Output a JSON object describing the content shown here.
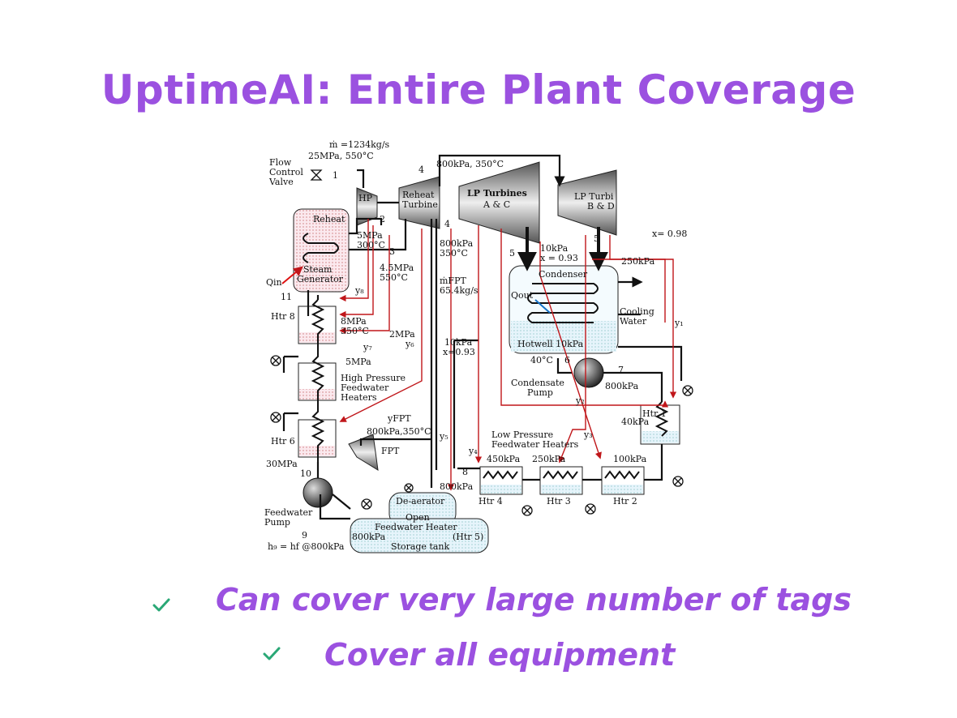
{
  "title": "UptimeAI: Entire Plant Coverage",
  "bullets": [
    {
      "text": "Can cover very large number of tags"
    },
    {
      "text": "Cover all equipment"
    }
  ],
  "colors": {
    "title": "#9b51e0",
    "check": "#2aa876",
    "steam_line": "#c0161a",
    "water_line": "#111111"
  },
  "diagram": {
    "labels": {
      "mass_flow": "ṁ =1234kg/s",
      "inlet": "25MPa, 550°C",
      "flow_control": "Flow",
      "flow_control2": "Control",
      "flow_control3": "Valve",
      "n1": "1",
      "n4top": "4",
      "top_state": "800kPa, 350°C",
      "hp": "HP",
      "reheat_turbine": "Reheat",
      "reheat_turbine2": "Turbine",
      "lp_ac": "LP Turbines",
      "lp_ac2": "A & C",
      "lp_bd": "LP Turbi",
      "lp_bd2": "B & D",
      "reheat": "Reheat",
      "n2": "2",
      "five_mpa": "5MPa",
      "three_hundred": "300°C",
      "n3": "3",
      "n4mid": "4",
      "mid_800": "800kPa",
      "mid_350": "350°C",
      "steam_gen": "Steam",
      "steam_gen2": "Generator",
      "qin": "Qin",
      "p45": "4.5MPa",
      "t550": "550°C",
      "mfpt": "ṁFPT",
      "mfpt2": "65.4kg/s",
      "n5a": "5",
      "ten_kpa": "10kPa",
      "x093": "x = 0.93",
      "n5b": "5",
      "x098": "x= 0.98",
      "p250": "250kPa",
      "condenser": "Condenser",
      "qout": "Qout",
      "cooling": "Cooling",
      "water": "Water",
      "y1": "y₁",
      "hotwell": "Hotwell  10kPa",
      "n11": "11",
      "y8": "y₈",
      "htr8": "Htr 8",
      "p8": "8MPa",
      "t350": "350°C",
      "y7": "y₇",
      "p2": "2MPa",
      "y6": "y₆",
      "p10": "10kPa",
      "x093b": "x=0.93",
      "t40": "40°C",
      "n6": "6",
      "n7": "7",
      "cond_pump": "Condensate",
      "cond_pump2": "Pump",
      "p800c": "800kPa",
      "p5": "5MPa",
      "hpfw": "High Pressure",
      "hpfw2": "Feedwater",
      "hpfw3": "Heaters",
      "y2": "y₂",
      "htr1": "Htr 1",
      "htr1p": "40kPa",
      "yfpt": "yFPT",
      "fpt_state": "800kPa,350°C",
      "y5": "y₅",
      "lpfw": "Low Pressure",
      "lpfw2": "Feedwater Heaters",
      "y3": "y₃",
      "htr6": "Htr 6",
      "fpt": "FPT",
      "y4": "y₄",
      "p450": "450kPa",
      "p250b": "250kPa",
      "p100": "100kPa",
      "p30": "30MPa",
      "n10": "10",
      "n8": "8",
      "p800d": "800kPa",
      "htr4": "Htr 4",
      "htr3": "Htr 3",
      "htr2": "Htr 2",
      "deaerator": "De-aerator",
      "fwpump": "Feedwater",
      "fwpump2": "Pump",
      "open": "Open",
      "open2": "Feedwater Heater",
      "n9": "9",
      "p800e": "800kPa",
      "htr5": "(Htr 5)",
      "hg": "h₉ = hf @800kPa",
      "storage": "Storage tank"
    }
  }
}
